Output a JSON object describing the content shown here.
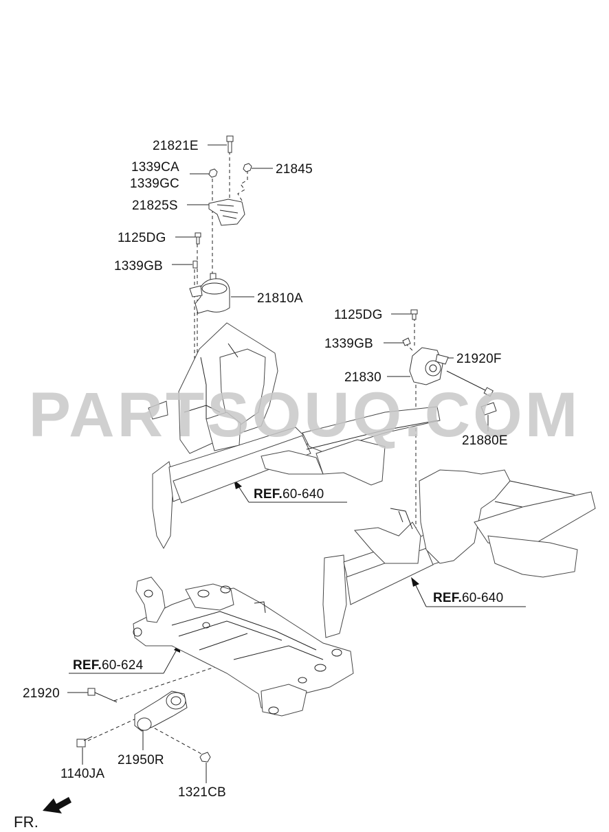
{
  "parts": {
    "p21821E": "21821E",
    "p1339CA": "1339CA",
    "p1339GC": "1339GC",
    "p21845": "21845",
    "p21825S": "21825S",
    "p1125DG_a": "1125DG",
    "p1339GB_a": "1339GB",
    "p21810A": "21810A",
    "p1125DG_b": "1125DG",
    "p1339GB_b": "1339GB",
    "p21920F": "21920F",
    "p21830": "21830",
    "p21880E": "21880E",
    "p21920": "21920",
    "p1140JA": "1140JA",
    "p21950R": "21950R",
    "p1321CB": "1321CB"
  },
  "refs": {
    "ref1_prefix": "REF.",
    "ref1_num": "60-640",
    "ref2_prefix": "REF.",
    "ref2_num": "60-640",
    "ref3_prefix": "REF.",
    "ref3_num": "60-624"
  },
  "orientation": {
    "label": "FR."
  },
  "watermark": "PARTSOUQ.COM"
}
